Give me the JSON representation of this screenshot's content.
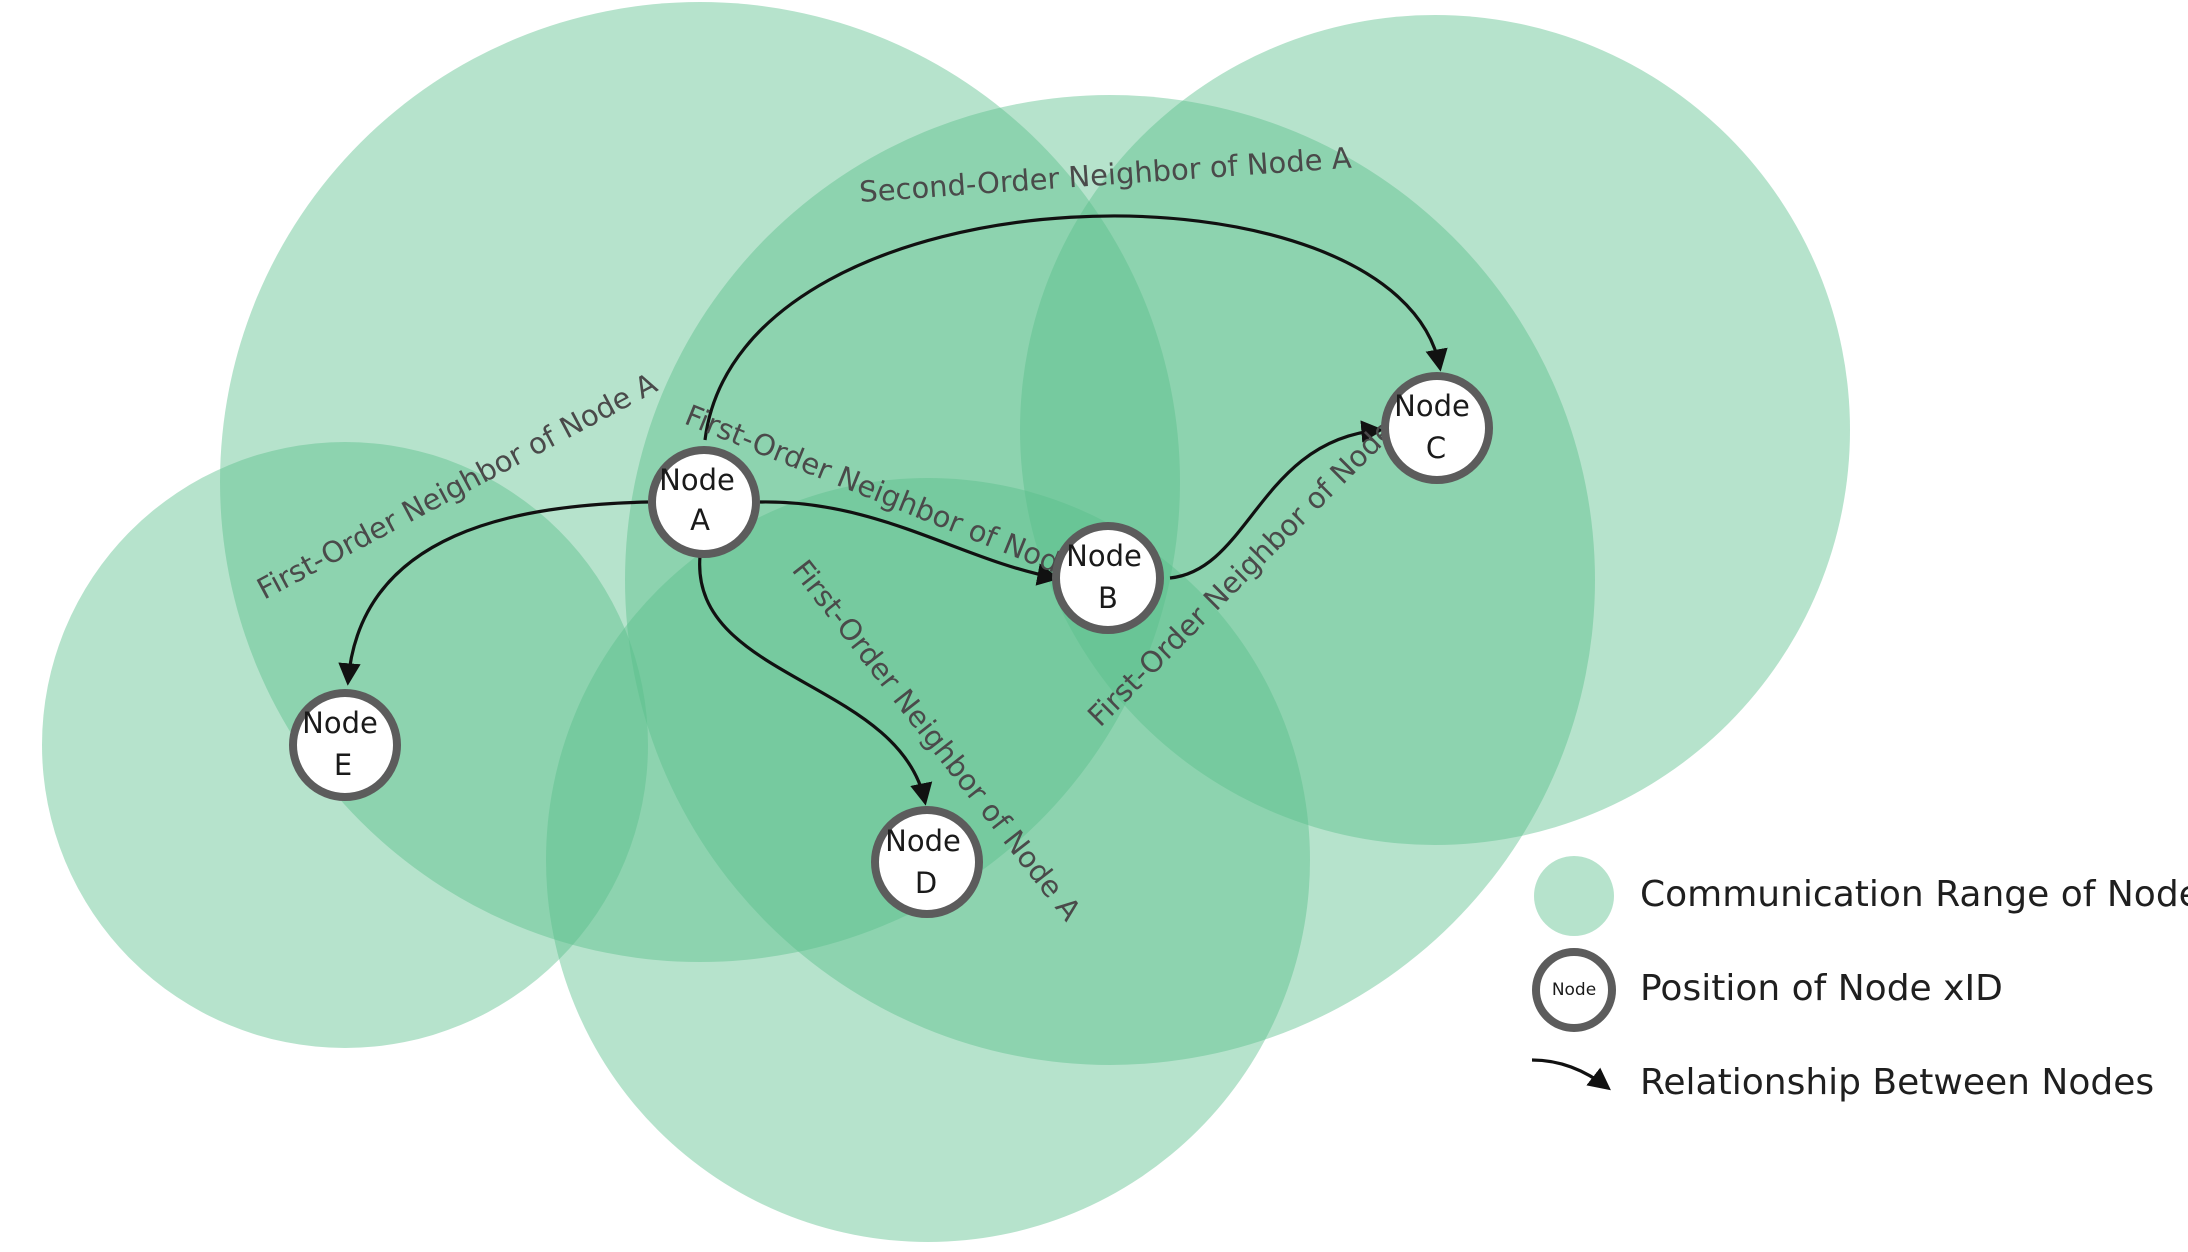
{
  "colors": {
    "range_fill": "#58c08a",
    "node_border": "#5c5c5c",
    "arrow": "#111111"
  },
  "nodes": [
    {
      "id": "A",
      "word": "Node",
      "letter": "A"
    },
    {
      "id": "B",
      "word": "Node",
      "letter": "B"
    },
    {
      "id": "C",
      "word": "Node",
      "letter": "C"
    },
    {
      "id": "D",
      "word": "Node",
      "letter": "D"
    },
    {
      "id": "E",
      "word": "Node",
      "letter": "E"
    }
  ],
  "relationships": [
    {
      "from": "A",
      "to": "C",
      "label": "Second-Order Neighbor of Node A"
    },
    {
      "from": "A",
      "to": "B",
      "label": "First-Order Neighbor of Node A"
    },
    {
      "from": "A",
      "to": "E",
      "label": "First-Order Neighbor of Node A"
    },
    {
      "from": "A",
      "to": "D",
      "label": "First-Order Neighbor of Node A"
    },
    {
      "from": "B",
      "to": "C",
      "label": "First-Order Neighbor of Node B"
    }
  ],
  "legend": {
    "range_label": "Communication Range of Node",
    "node_label": "Position of  Node xID",
    "node_sample_text": "Node",
    "relation_label": "Relationship Between Nodes"
  }
}
